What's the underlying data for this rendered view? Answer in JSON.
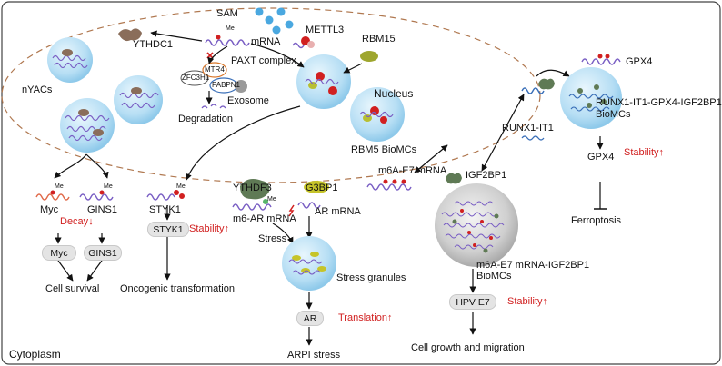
{
  "regions": {
    "nucleus": "Nucleus",
    "cytoplasm": "Cytoplasm"
  },
  "top": {
    "sam": "SAM",
    "mrna": "mRNA",
    "me": "Me",
    "ythdc1": "YTHDC1",
    "mettl3": "METTL3",
    "rbm15": "RBM15",
    "paxt_complex": "PAXT complex",
    "zfc3h1": "ZFC3H1",
    "mtr4": "MTR4",
    "pabpn1": "PABPN1",
    "exosome": "Exosome",
    "degradation": "Degradation",
    "nyacs": "nYACs",
    "rbm5_biomcs": "RBM5 BioMCs"
  },
  "left": {
    "myc": "Myc",
    "gins1": "GINS1",
    "decay": "Decay",
    "myc_node": "Myc",
    "gins1_node": "GINS1",
    "cell_survival": "Cell survival"
  },
  "styk": {
    "styk1": "STYK1",
    "styk1_node": "STYK1",
    "stability": "Stability",
    "oncogenic": "Oncogenic transformation"
  },
  "ar": {
    "ythdf3": "YTHDF3",
    "g3bp1": "G3BP1",
    "m6a_ar": "m6-AR mRNA",
    "ar_mrna": "AR mRNA",
    "stress": "Stress",
    "stress_granules": "Stress granules",
    "ar_node": "AR",
    "translation": "Translation",
    "arpi": "ARPI stress"
  },
  "hpv": {
    "m6a_e7": "m6A-E7 mRNA",
    "igf2bp1": "IGF2BP1",
    "biomcs_line1": "m6A-E7 mRNA-IGF2BP1",
    "biomcs_line2": "BioMCs",
    "hpv_e7": "HPV E7",
    "stability": "Stability",
    "cell_growth": "Cell growth and migration"
  },
  "gpx": {
    "gpx4": "GPX4",
    "runx1": "RUNX1-IT1",
    "biomcs_line1": "RUNX1-IT1-GPX4-IGF2BP1",
    "biomcs_line2": "BioMCs",
    "gpx4_node": "GPX4",
    "stability": "Stability",
    "ferroptosis": "Ferroptosis"
  },
  "colors": {
    "arrow": "#111111",
    "red_text": "#d12020",
    "sphere": "#bfe3f7",
    "wave": "#7a5fc4",
    "dash": "#b07850"
  }
}
